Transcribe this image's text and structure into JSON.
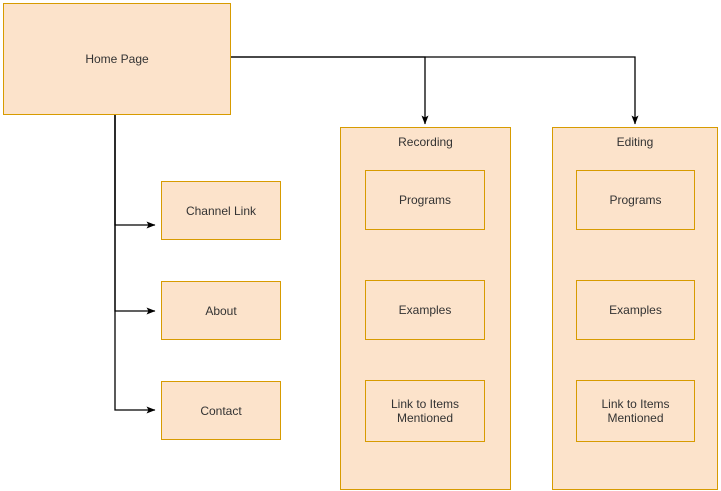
{
  "diagram": {
    "type": "site-map-flowchart",
    "colors": {
      "node_fill": "#fce3cb",
      "node_border": "#d79b00",
      "edge_stroke": "#000000",
      "text": "#333333",
      "background": "#ffffff"
    },
    "root": {
      "label": "Home Page"
    },
    "left_branch": [
      {
        "label": "Channel Link"
      },
      {
        "label": "About"
      },
      {
        "label": "Contact"
      }
    ],
    "groups": [
      {
        "title": "Recording",
        "items": [
          {
            "label": "Programs"
          },
          {
            "label": "Examples"
          },
          {
            "label": "Link to Items\nMentioned"
          }
        ]
      },
      {
        "title": "Editing",
        "items": [
          {
            "label": "Programs"
          },
          {
            "label": "Examples"
          },
          {
            "label": "Link to Items\nMentioned"
          }
        ]
      }
    ]
  }
}
